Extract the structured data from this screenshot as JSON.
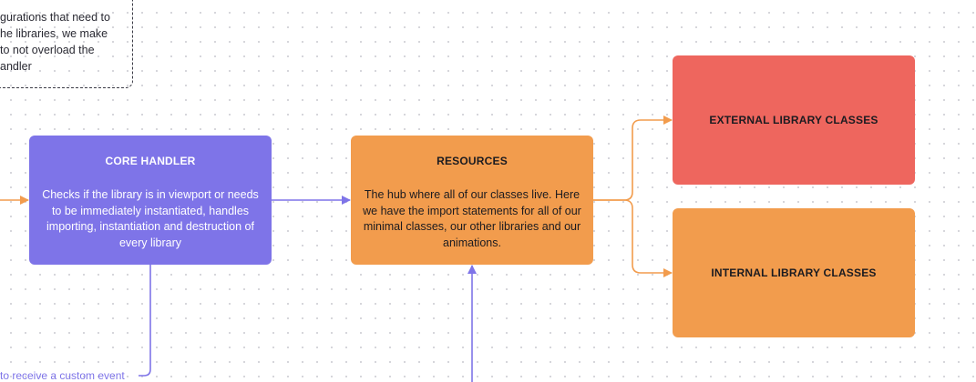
{
  "note": {
    "text": "gurations that need to\nhe libraries, we make\nto not overload the\nandler"
  },
  "nodes": {
    "core_handler": {
      "title": "CORE HANDLER",
      "description": "Checks if the library is in viewport or needs to be immediately instantiated, handles importing, instantiation and destruction of every library",
      "color": "#7e74e8"
    },
    "resources": {
      "title": "RESOURCES",
      "description": "The hub where all of our classes live. Here we have the import statements for all of our minimal classes, our other libraries and our animations.",
      "color": "#f29c4d"
    },
    "external": {
      "title": "EXTERNAL LIBRARY CLASSES",
      "color": "#ee665e"
    },
    "internal": {
      "title": "INTERNAL LIBRARY CLASSES",
      "color": "#f29c4d"
    }
  },
  "edge_labels": {
    "custom_event": "to receive a custom event"
  },
  "colors": {
    "purple_connector": "#7e74e8",
    "orange_connector": "#f29c4d",
    "grid_dot": "#d3d3d8"
  }
}
